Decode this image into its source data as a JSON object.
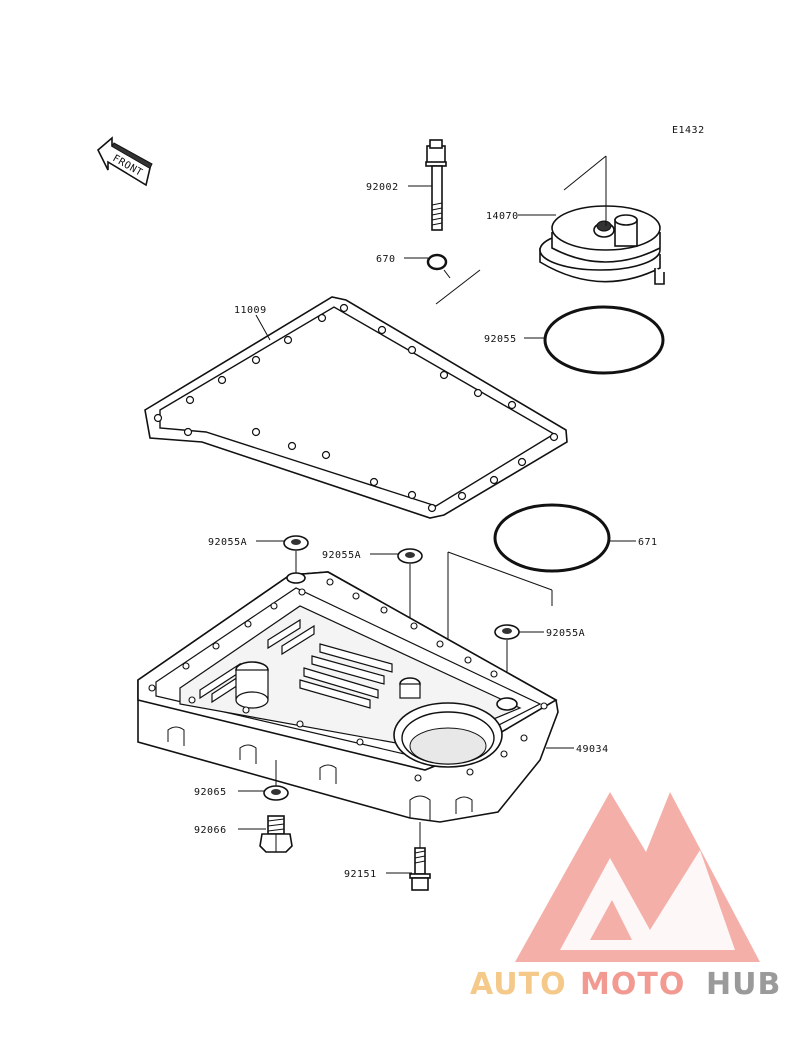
{
  "diagram": {
    "code": "E1432",
    "front_label": "FRONT",
    "parts": {
      "bolt": "92002",
      "oring_small": "670",
      "cover": "14070",
      "gasket": "11009",
      "oring_large": "92055",
      "washer_a1": "92055A",
      "washer_a2": "92055A",
      "washer_a3": "92055A",
      "oring_671": "671",
      "oil_pan": "49034",
      "washer_drain": "92065",
      "drain_plug": "92066",
      "bolt_small": "92151"
    }
  },
  "watermark": {
    "word_auto": "AUTO",
    "word_moto": "MOTO",
    "word_hub": "HUB",
    "colors": {
      "auto": "#f5c98a",
      "moto": "#f29a92",
      "hub": "#9a9a9a",
      "triangle": "#f3a6a0"
    }
  }
}
